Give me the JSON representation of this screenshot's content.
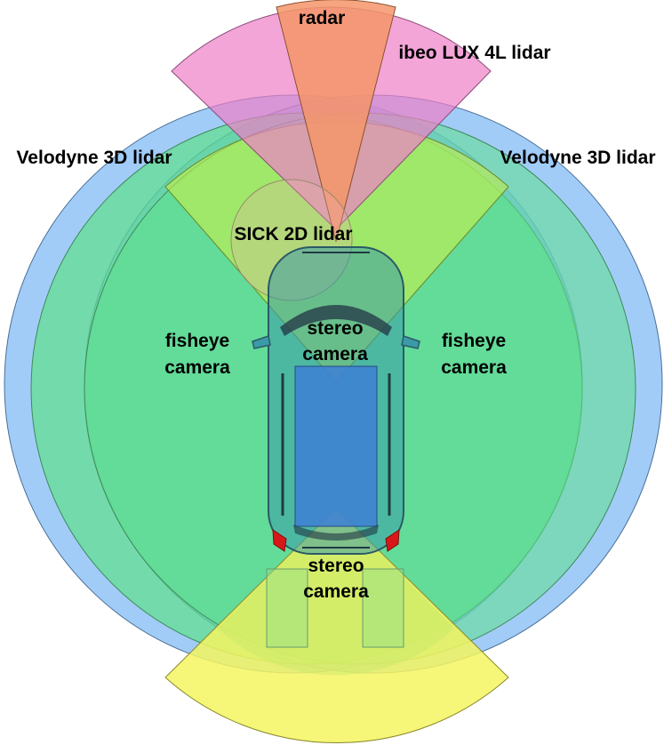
{
  "labels": {
    "radar": "radar",
    "ibeo": "ibeo LUX 4L lidar",
    "velodyne_left": "Velodyne 3D lidar",
    "velodyne_right": "Velodyne 3D lidar",
    "sick": "SICK 2D lidar",
    "fisheye_left_1": "fisheye",
    "fisheye_left_2": "camera",
    "fisheye_right_1": "fisheye",
    "fisheye_right_2": "camera",
    "stereo_front_1": "stereo",
    "stereo_front_2": "camera",
    "stereo_rear_1": "stereo",
    "stereo_rear_2": "camera"
  },
  "colors": {
    "velodyne": "#6fb0f5",
    "fisheye": "#5ee08a",
    "stereo": "#f2f25a",
    "ibeo": "#f07fc8",
    "radar": "#f5956a",
    "sick": "#e8b0a8",
    "car_body": "#3a9aa8",
    "car_roof": "#3d7fd6",
    "tail_light": "#d81818"
  }
}
